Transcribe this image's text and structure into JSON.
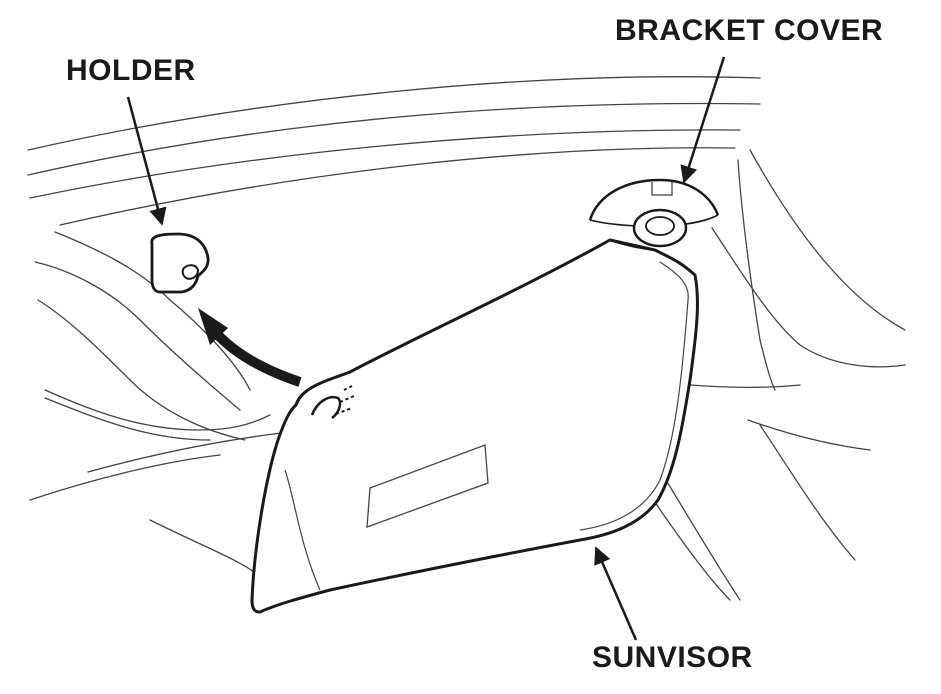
{
  "labels": {
    "holder": "HOLDER",
    "bracket_cover": "BRACKET COVER",
    "sunvisor": "SUNVISOR"
  },
  "colors": {
    "ink": "#1a1a1a",
    "fine_line": "#444444",
    "background": "#ffffff"
  }
}
